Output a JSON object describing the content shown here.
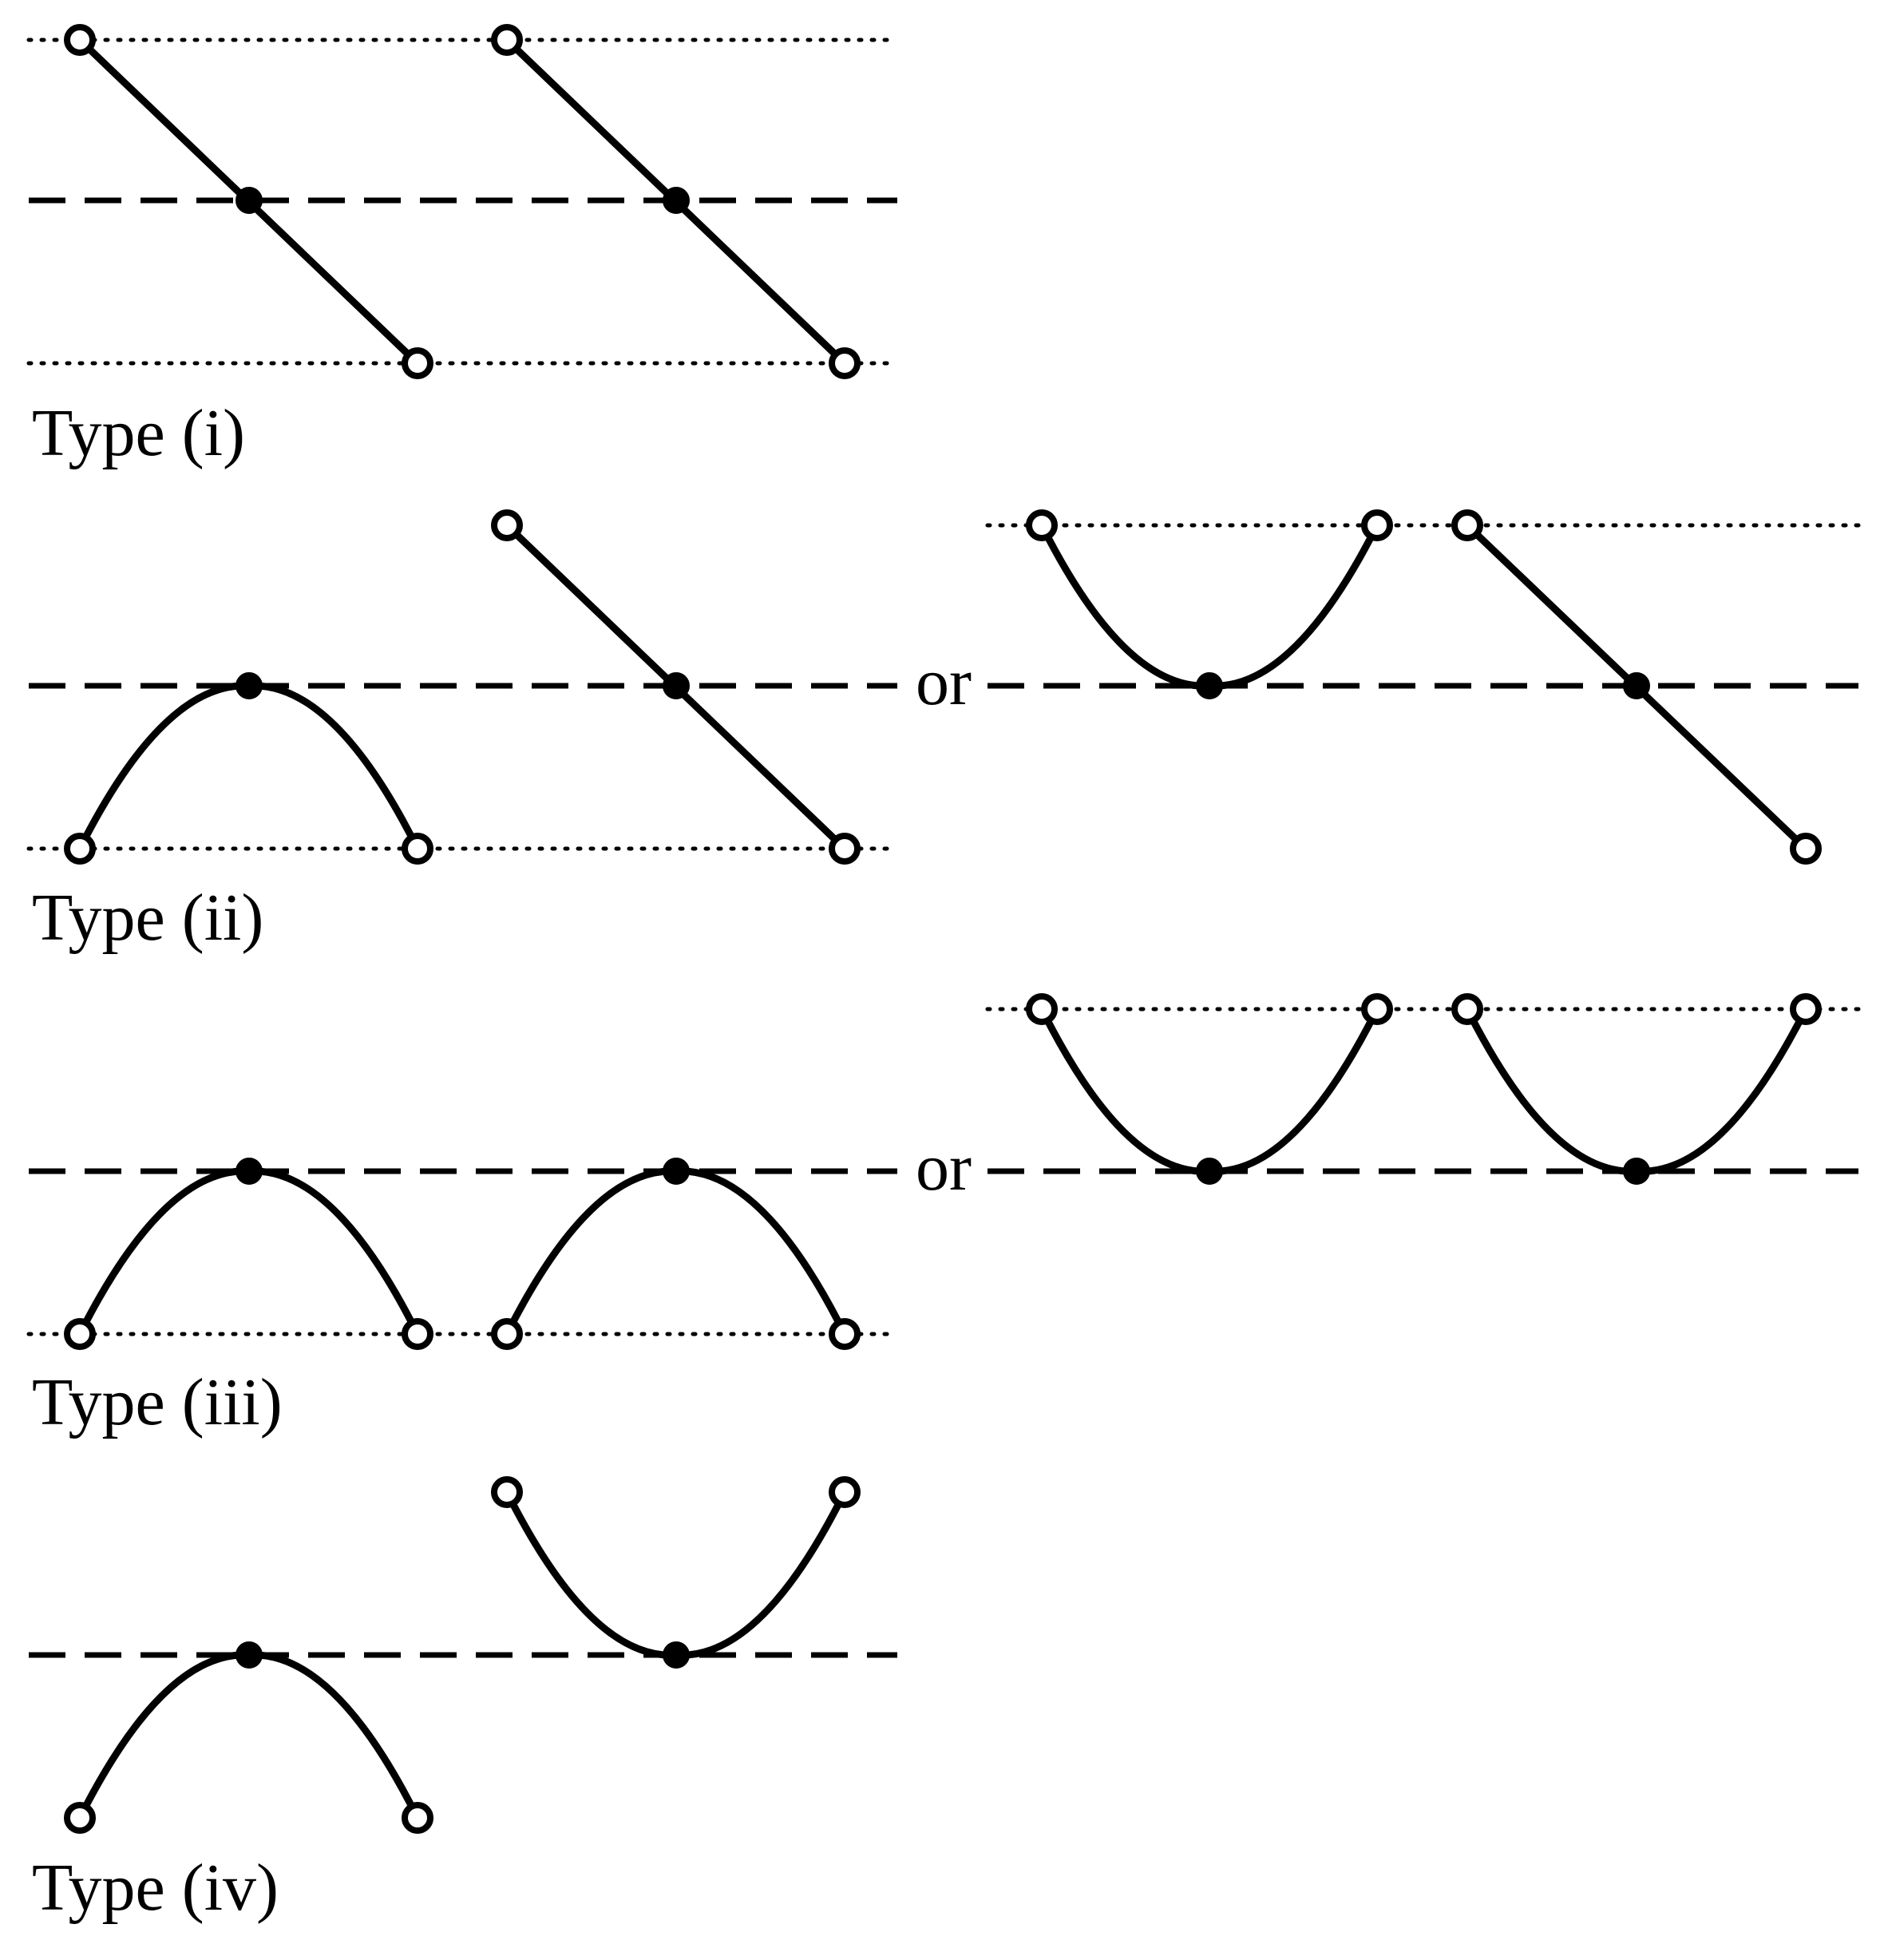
{
  "labels": {
    "type_i": "Type (i)",
    "type_ii": "Type (ii)",
    "type_iii": "Type (iii)",
    "type_iv": "Type (iv)",
    "or": "or"
  }
}
